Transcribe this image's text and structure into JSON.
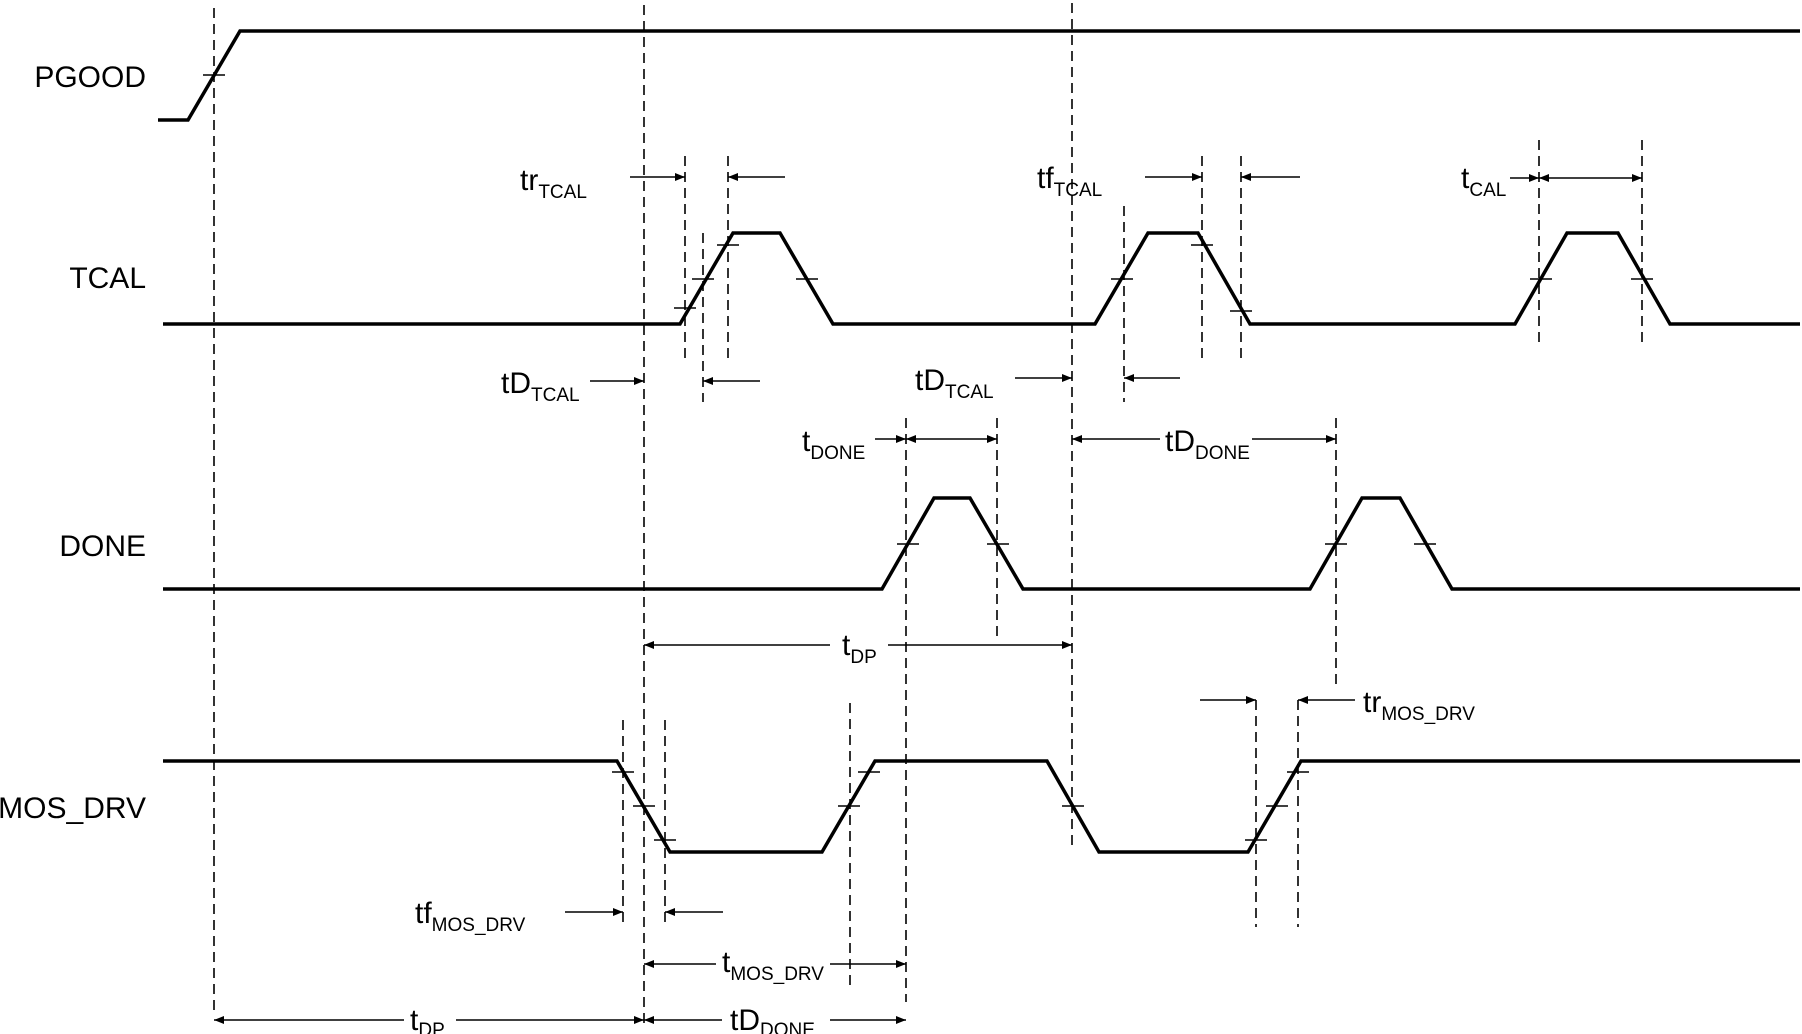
{
  "signals": {
    "pgood": "PGOOD",
    "tcal": "TCAL",
    "done": "DONE",
    "mos_drv": "MOS_DRV"
  },
  "timing_labels": {
    "tr_tcal": {
      "main": "tr",
      "sub": "TCAL"
    },
    "tf_tcal": {
      "main": "tf",
      "sub": "TCAL"
    },
    "t_cal": {
      "main": "t",
      "sub": "CAL"
    },
    "td_tcal_1": {
      "main": "tD",
      "sub": "TCAL"
    },
    "td_tcal_2": {
      "main": "tD",
      "sub": "TCAL"
    },
    "t_done": {
      "main": "t",
      "sub": "DONE"
    },
    "td_done_1": {
      "main": "tD",
      "sub": "DONE"
    },
    "t_dp_1": {
      "main": "t",
      "sub": "DP"
    },
    "tr_mos_drv": {
      "main": "tr",
      "sub": "MOS_DRV"
    },
    "tf_mos_drv": {
      "main": "tf",
      "sub": "MOS_DRV"
    },
    "t_mos_drv": {
      "main": "t",
      "sub": "MOS_DRV"
    },
    "t_dp_2": {
      "main": "t",
      "sub": "DP"
    },
    "td_done_2": {
      "main": "tD",
      "sub": "DONE"
    }
  }
}
